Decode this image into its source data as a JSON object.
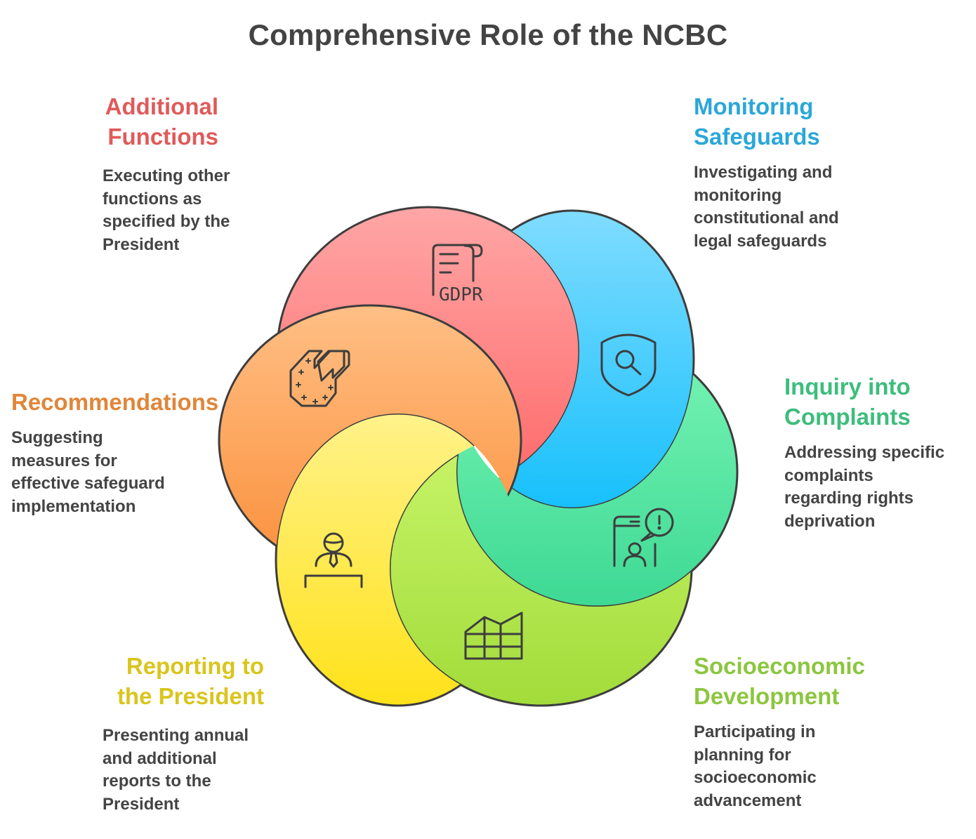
{
  "title": "Comprehensive Role of the NCBC",
  "items": [
    {
      "key": "additional",
      "heading_lines": [
        "Additional",
        "Functions"
      ],
      "description_lines": [
        "Executing other",
        "functions as",
        "specified by the",
        "President"
      ],
      "color": "#e05a5a",
      "icon": "gdpr-document-icon",
      "icon_text": "GDPR"
    },
    {
      "key": "monitoring",
      "heading_lines": [
        "Monitoring",
        "Safeguards"
      ],
      "description_lines": [
        "Investigating and",
        "monitoring",
        "constitutional and",
        "legal safeguards"
      ],
      "color": "#2aa7d8",
      "icon": "shield-search-icon"
    },
    {
      "key": "inquiry",
      "heading_lines": [
        "Inquiry into",
        "Complaints"
      ],
      "description_lines": [
        "Addressing specific",
        "complaints",
        "regarding rights",
        "deprivation"
      ],
      "color": "#3dbd7c",
      "icon": "complaint-alert-icon"
    },
    {
      "key": "socioeconomic",
      "heading_lines": [
        "Socioeconomic",
        "Development"
      ],
      "description_lines": [
        "Participating in",
        "planning for",
        "socioeconomic",
        "advancement"
      ],
      "color": "#8cc63f",
      "icon": "growth-chart-icon"
    },
    {
      "key": "reporting",
      "heading_lines": [
        "Reporting to",
        "the President"
      ],
      "description_lines": [
        "Presenting annual",
        "and additional",
        "reports to the",
        "President"
      ],
      "color": "#d9c51d",
      "icon": "presenter-icon"
    },
    {
      "key": "recommendations",
      "heading_lines": [
        "Recommendations"
      ],
      "description_lines": [
        "Suggesting",
        "measures for",
        "effective safeguard",
        "implementation"
      ],
      "color": "#e0863a",
      "icon": "direction-sign-icon"
    }
  ]
}
